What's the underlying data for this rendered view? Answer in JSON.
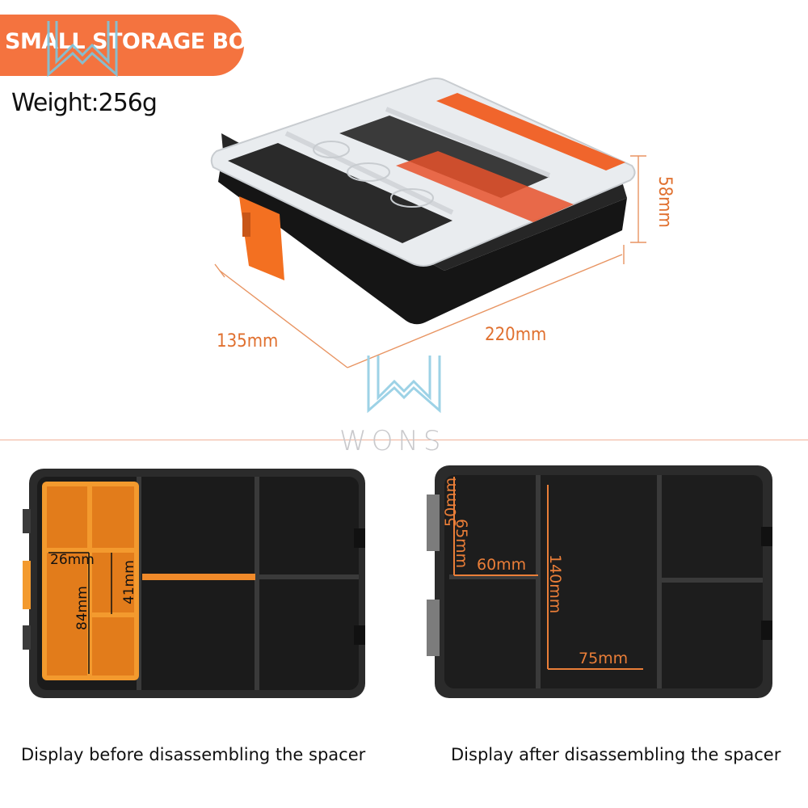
{
  "header": {
    "title": "SMALL STORAGE BOX",
    "weight": "Weight:256g"
  },
  "dimensions": {
    "height": "58mm",
    "width": "135mm",
    "length": "220mm"
  },
  "watermark": {
    "brand": "WONS"
  },
  "before_view": {
    "caption": "Display before disassembling the spacer",
    "measurements": {
      "small_width": "26mm",
      "small_height": "41mm",
      "tray_height": "84mm"
    }
  },
  "after_view": {
    "caption": "Display after disassembling the spacer",
    "measurements": {
      "a": "50mm",
      "b": "65mm",
      "c": "60mm",
      "d": "140mm",
      "e": "75mm"
    }
  },
  "colors": {
    "accent": "#f4733f",
    "box_black": "#1b1b1b",
    "tray_orange": "#f08a2a"
  }
}
